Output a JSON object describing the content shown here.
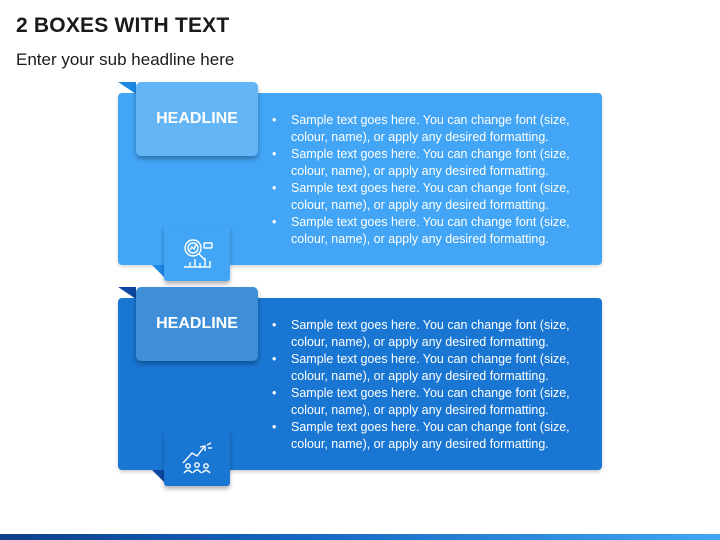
{
  "slide": {
    "title": "2 BOXES WITH TEXT",
    "subtitle": "Enter your sub headline here"
  },
  "boxes": [
    {
      "headline": "HEADLINE",
      "icon": "analytics-magnifier-icon",
      "bullets": [
        "Sample text goes here. You can change font (size, colour, name), or apply any desired formatting.",
        "Sample text goes here. You can change font (size, colour, name), or apply any desired formatting.",
        "Sample text goes here. You can change font (size, colour, name), or apply any desired formatting.",
        "Sample text goes here. You can change font (size, colour, name), or apply any desired formatting."
      ]
    },
    {
      "headline": "HEADLINE",
      "icon": "teamwork-growth-icon",
      "bullets": [
        "Sample text goes here. You can change font (size, colour, name), or apply any desired formatting.",
        "Sample text goes here. You can change font (size, colour, name), or apply any desired formatting.",
        "Sample text goes here. You can change font (size, colour, name), or apply any desired formatting.",
        "Sample text goes here. You can change font (size, colour, name), or apply any desired formatting."
      ]
    }
  ],
  "colors": {
    "box1": "#42a5f5",
    "box2": "#1976d2",
    "text": "#ffffff"
  }
}
